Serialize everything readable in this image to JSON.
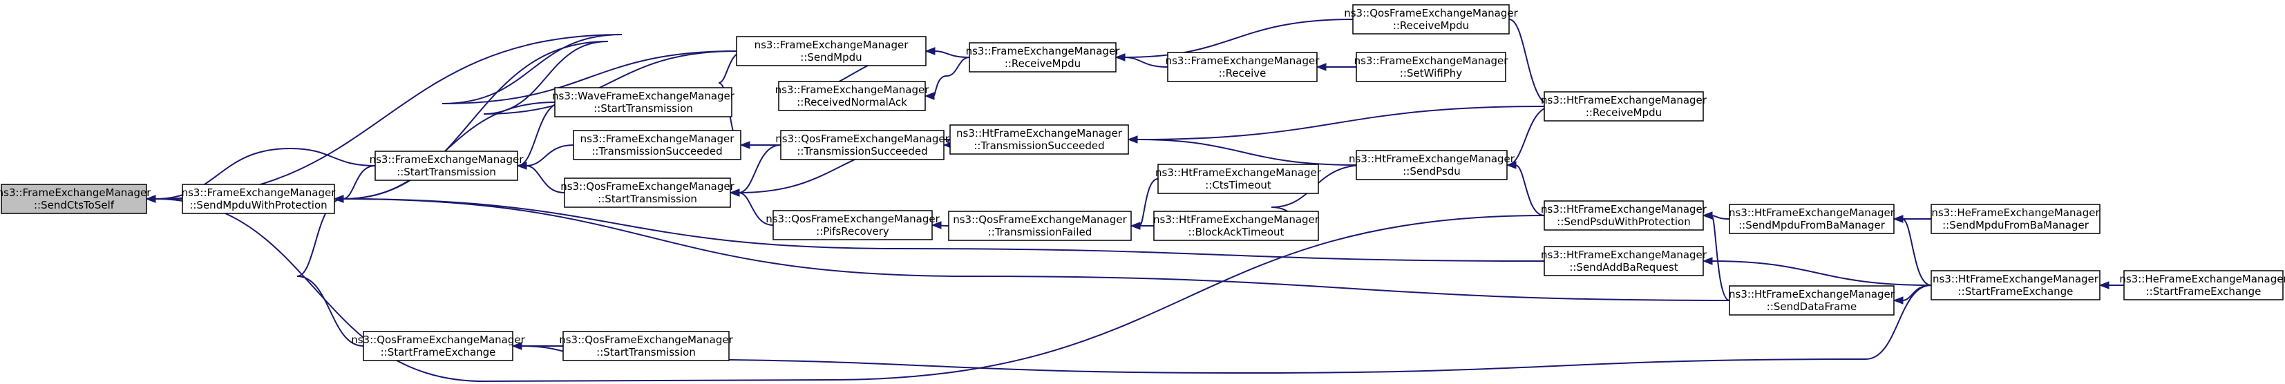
{
  "colors": {
    "edge": "#191970",
    "root_fill": "#bfbfbf",
    "node_fill": "#ffffff",
    "node_border": "#000000"
  },
  "nodes": [
    {
      "id": "root",
      "line1": "ns3::FrameExchangeManager",
      "line2": "::SendCtsToSelf",
      "root": true
    },
    {
      "id": "smwp",
      "line1": "ns3::FrameExchangeManager",
      "line2": "::SendMpduWithProtection"
    },
    {
      "id": "sendmpdu",
      "line1": "ns3::FrameExchangeManager",
      "line2": "::SendMpdu"
    },
    {
      "id": "recvmpdu",
      "line1": "ns3::FrameExchangeManager",
      "line2": "::ReceiveMpdu"
    },
    {
      "id": "qos_recvmpdu",
      "line1": "ns3::QosFrameExchangeManager",
      "line2": "::ReceiveMpdu"
    },
    {
      "id": "receive",
      "line1": "ns3::FrameExchangeManager",
      "line2": "::Receive"
    },
    {
      "id": "setwifiphy",
      "line1": "ns3::FrameExchangeManager",
      "line2": "::SetWifiPhy"
    },
    {
      "id": "wave_st",
      "line1": "ns3::WaveFrameExchangeManager",
      "line2": "::StartTransmission"
    },
    {
      "id": "recvnormalack",
      "line1": "ns3::FrameExchangeManager",
      "line2": "::ReceivedNormalAck"
    },
    {
      "id": "ht_recvmpdu",
      "line1": "ns3::HtFrameExchangeManager",
      "line2": "::ReceiveMpdu"
    },
    {
      "id": "fem_st",
      "line1": "ns3::FrameExchangeManager",
      "line2": "::StartTransmission"
    },
    {
      "id": "fem_ts",
      "line1": "ns3::FrameExchangeManager",
      "line2": "::TransmissionSucceeded"
    },
    {
      "id": "qos_ts",
      "line1": "ns3::QosFrameExchangeManager",
      "line2": "::TransmissionSucceeded"
    },
    {
      "id": "ht_ts",
      "line1": "ns3::HtFrameExchangeManager",
      "line2": "::TransmissionSucceeded"
    },
    {
      "id": "ht_sendpsdu",
      "line1": "ns3::HtFrameExchangeManager",
      "line2": "::SendPsdu"
    },
    {
      "id": "qos_st",
      "line1": "ns3::QosFrameExchangeManager",
      "line2": "::StartTransmission"
    },
    {
      "id": "ht_ctstimeout",
      "line1": "ns3::HtFrameExchangeManager",
      "line2": "::CtsTimeout"
    },
    {
      "id": "ht_spwp",
      "line1": "ns3::HtFrameExchangeManager",
      "line2": "::SendPsduWithProtection"
    },
    {
      "id": "ht_smfbm",
      "line1": "ns3::HtFrameExchangeManager",
      "line2": "::SendMpduFromBaManager"
    },
    {
      "id": "he_smfbm",
      "line1": "ns3::HeFrameExchangeManager",
      "line2": "::SendMpduFromBaManager"
    },
    {
      "id": "qos_pifs",
      "line1": "ns3::QosFrameExchangeManager",
      "line2": "::PifsRecovery"
    },
    {
      "id": "qos_tf",
      "line1": "ns3::QosFrameExchangeManager",
      "line2": "::TransmissionFailed"
    },
    {
      "id": "ht_bato",
      "line1": "ns3::HtFrameExchangeManager",
      "line2": "::BlockAckTimeout"
    },
    {
      "id": "ht_sabr",
      "line1": "ns3::HtFrameExchangeManager",
      "line2": "::SendAddBaRequest"
    },
    {
      "id": "ht_sfe",
      "line1": "ns3::HtFrameExchangeManager",
      "line2": "::StartFrameExchange"
    },
    {
      "id": "he_sfe",
      "line1": "ns3::HeFrameExchangeManager",
      "line2": "::StartFrameExchange"
    },
    {
      "id": "ht_sdf",
      "line1": "ns3::HtFrameExchangeManager",
      "line2": "::SendDataFrame"
    },
    {
      "id": "qos_sfe",
      "line1": "ns3::QosFrameExchangeManager",
      "line2": "::StartFrameExchange"
    },
    {
      "id": "qos_st2",
      "line1": "ns3::QosFrameExchangeManager",
      "line2": "::StartTransmission"
    }
  ],
  "edges": [
    [
      "smwp",
      "root"
    ],
    [
      "sendmpdu",
      "root"
    ],
    [
      "fem_st",
      "root"
    ],
    [
      "ht_spwp",
      "root"
    ],
    [
      "sendmpdu",
      "smwp"
    ],
    [
      "wave_st",
      "smwp"
    ],
    [
      "fem_st",
      "smwp"
    ],
    [
      "ht_sabr",
      "smwp"
    ],
    [
      "qos_sfe",
      "smwp"
    ],
    [
      "ht_sdf",
      "smwp"
    ],
    [
      "recvmpdu",
      "sendmpdu"
    ],
    [
      "recvnormalack",
      "sendmpdu"
    ],
    [
      "fem_ts",
      "sendmpdu"
    ],
    [
      "qos_recvmpdu",
      "recvmpdu"
    ],
    [
      "receive",
      "recvmpdu"
    ],
    [
      "setwifiphy",
      "receive"
    ],
    [
      "fem_st",
      "wave_st"
    ],
    [
      "recvmpdu",
      "recvnormalack"
    ],
    [
      "fem_ts",
      "fem_st"
    ],
    [
      "qos_st",
      "fem_st"
    ],
    [
      "qos_ts",
      "fem_ts"
    ],
    [
      "ht_ts",
      "qos_ts"
    ],
    [
      "ht_recvmpdu",
      "ht_ts"
    ],
    [
      "ht_sendpsdu",
      "ht_ts"
    ],
    [
      "qos_recvmpdu",
      "ht_recvmpdu"
    ],
    [
      "ht_sendpsdu",
      "ht_recvmpdu"
    ],
    [
      "qos_ts",
      "qos_st"
    ],
    [
      "ht_ts",
      "qos_st"
    ],
    [
      "qos_pifs",
      "qos_st"
    ],
    [
      "qos_tf",
      "qos_pifs"
    ],
    [
      "ht_ctstimeout",
      "qos_tf"
    ],
    [
      "ht_bato",
      "qos_tf"
    ],
    [
      "ht_bato",
      "ht_sendpsdu"
    ],
    [
      "ht_spwp",
      "ht_sendpsdu"
    ],
    [
      "ht_smfbm",
      "ht_spwp"
    ],
    [
      "ht_sdf",
      "ht_spwp"
    ],
    [
      "he_smfbm",
      "ht_smfbm"
    ],
    [
      "ht_sfe",
      "ht_smfbm"
    ],
    [
      "ht_sfe",
      "ht_sabr"
    ],
    [
      "he_sfe",
      "ht_sfe"
    ],
    [
      "ht_sfe",
      "ht_sdf"
    ],
    [
      "qos_st2",
      "qos_sfe"
    ],
    [
      "ht_sfe",
      "qos_sfe"
    ]
  ]
}
